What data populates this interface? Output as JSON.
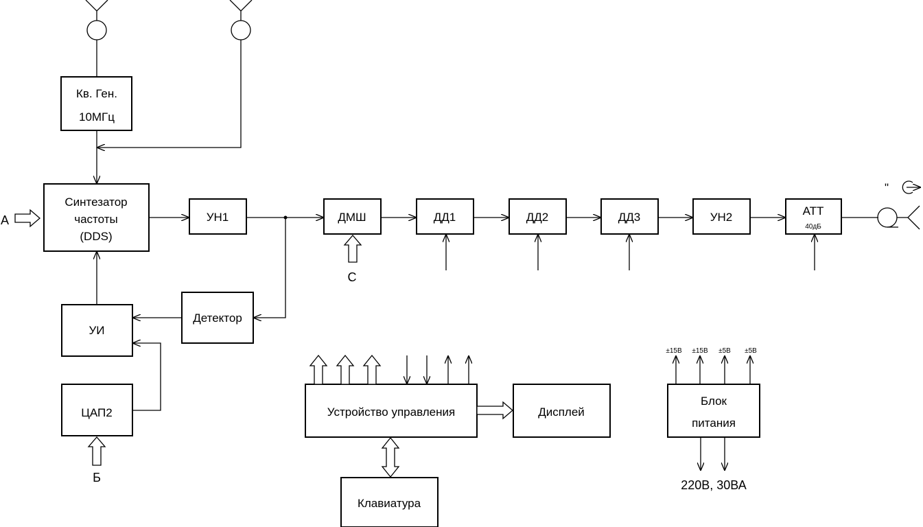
{
  "blocks": {
    "osc": [
      "Кв. Ген.",
      "10МГц"
    ],
    "dds": [
      "Синтезатор",
      "частоты",
      "(DDS)"
    ],
    "un1": "УН1",
    "dmsh": "ДМШ",
    "dd1": "ДД1",
    "dd2": "ДД2",
    "dd3": "ДД3",
    "un2": "УН2",
    "att": [
      "АТТ",
      "40дБ"
    ],
    "detector": "Детектор",
    "ui": "УИ",
    "dac2": "ЦАП2",
    "control": "Устройство управления",
    "display": "Дисплей",
    "keyboard": "Клавиатура",
    "psu": [
      "Блок",
      "питания"
    ]
  },
  "inputs": {
    "a": "А",
    "b": "Б",
    "c": "С"
  },
  "psu_rails": [
    "±15В",
    "±15В",
    "±5В",
    "±5В"
  ],
  "psu_input": "220В, 30ВА",
  "output_mark": "\""
}
